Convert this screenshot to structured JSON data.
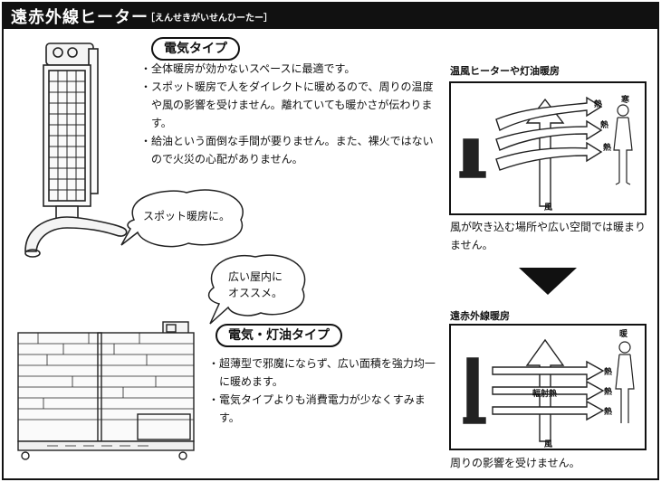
{
  "header": {
    "title": "遠赤外線ヒーター",
    "reading": "［えんせきがいせんひーたー］"
  },
  "electric": {
    "badge": "電気タイプ",
    "bullets": [
      "全体暖房が効かないスペースに最適です。",
      "スポット暖房で人をダイレクトに暖めるので、周りの温度や風の影響を受けません。離れていても暖かさが伝わります。",
      "給油という面倒な手間が要りません。また、裸火ではないので火災の心配がありません。"
    ],
    "bubble": "スポット暖房に。"
  },
  "kerosene": {
    "badge": "電気・灯油タイプ",
    "bullets": [
      "超薄型で邪魔にならず、広い面積を強力均一に暖めます。",
      "電気タイプよりも消費電力が少なくすみます。"
    ],
    "bubble_line1": "広い屋内に",
    "bubble_line2": "オススメ。"
  },
  "comparison_top": {
    "title": "温風ヒーターや灯油暖房",
    "heat_label": "熱",
    "cold_label": "寒",
    "wind_label": "風",
    "caption": "風が吹き込む場所や広い空間では暖まりません。"
  },
  "comparison_bottom": {
    "title": "遠赤外線暖房",
    "heat_label": "熱",
    "warm_label": "暖",
    "radiant_label": "輻射熱",
    "wind_label": "風",
    "caption": "周りの影響を受けません。"
  }
}
